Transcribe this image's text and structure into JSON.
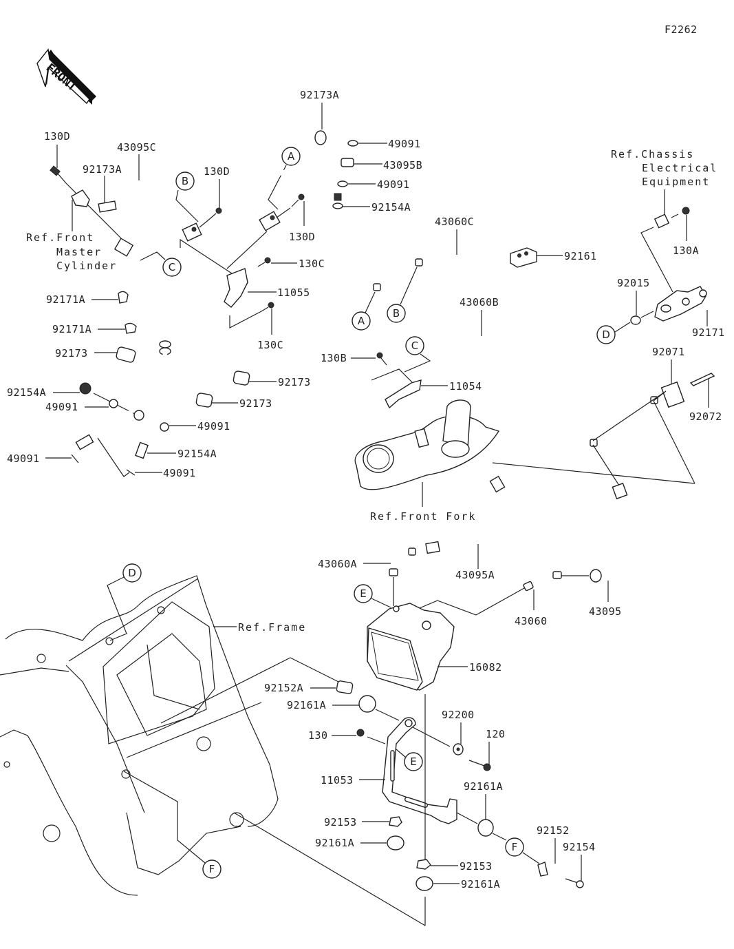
{
  "figure_id": "F2262",
  "direction_badge": "FRONT",
  "references": {
    "front_master_cylinder": [
      "Ref.Front",
      "Master",
      "Cylinder"
    ],
    "chassis_electrical": [
      "Ref.Chassis",
      "Electrical",
      "Equipment"
    ],
    "front_fork": "Ref.Front Fork",
    "frame": "Ref.Frame"
  },
  "callouts": {
    "A": "A",
    "B": "B",
    "C": "C",
    "D": "D",
    "E": "E",
    "F": "F"
  },
  "parts": {
    "p92173A_top": "92173A",
    "p130D_left": "130D",
    "p43095C": "43095C",
    "p92173A_left": "92173A",
    "p130D_mid": "130D",
    "p49091_a": "49091",
    "p43095B": "43095B",
    "p49091_b": "49091",
    "p92154A_top": "92154A",
    "p130D_right": "130D",
    "p130C_a": "130C",
    "p11055": "11055",
    "p130C_b": "130C",
    "p92171A_a": "92171A",
    "p92171A_b": "92171A",
    "p92173_left": "92173",
    "p92154A_left": "92154A",
    "p49091_c": "49091",
    "p92173_mid_a": "92173",
    "p92173_mid_b": "92173",
    "p49091_d": "49091",
    "p92154A_low": "92154A",
    "p49091_e": "49091",
    "p49091_f": "49091",
    "p43060C": "43060C",
    "p92161": "92161",
    "p130A": "130A",
    "p92015": "92015",
    "p92171": "92171",
    "p43060B": "43060B",
    "p130B": "130B",
    "p11054": "11054",
    "p92071": "92071",
    "p92072": "92072",
    "p43060A": "43060A",
    "p43095A": "43095A",
    "p43060": "43060",
    "p43095": "43095",
    "p16082": "16082",
    "p92152A": "92152A",
    "p92161A_a": "92161A",
    "p130": "130",
    "p92200": "92200",
    "p120": "120",
    "p11053": "11053",
    "p92161A_b": "92161A",
    "p92153_a": "92153",
    "p92161A_c": "92161A",
    "p92152": "92152",
    "p92154": "92154",
    "p92153_b": "92153",
    "p92161A_d": "92161A"
  }
}
